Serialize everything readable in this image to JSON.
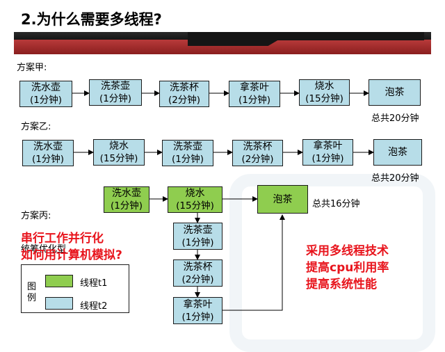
{
  "title": "2.为什么需要多线程?",
  "planA": {
    "label": "方案甲:",
    "steps": [
      {
        "name": "洗水壶",
        "time": "(1分钟)"
      },
      {
        "name": "洗茶壶",
        "time": "(1分钟)"
      },
      {
        "name": "洗茶杯",
        "time": "(2分钟)"
      },
      {
        "name": "拿茶叶",
        "time": "(1分钟)"
      },
      {
        "name": "烧水",
        "time": "(15分钟)"
      },
      {
        "name": "泡茶",
        "time": ""
      }
    ],
    "total": "总共20分钟"
  },
  "planB": {
    "label": "方案乙:",
    "steps": [
      {
        "name": "洗水壶",
        "time": "(1分钟)"
      },
      {
        "name": "烧水",
        "time": "(15分钟)"
      },
      {
        "name": "洗茶壶",
        "time": "(1分钟)"
      },
      {
        "name": "洗茶杯",
        "time": "(2分钟)"
      },
      {
        "name": "拿茶叶",
        "time": "(1分钟)"
      },
      {
        "name": "泡茶",
        "time": ""
      }
    ],
    "total": "总共20分钟"
  },
  "planC": {
    "label_line1": "方案丙:",
    "label_line2": "统筹优化型",
    "thread1": [
      {
        "name": "洗水壶",
        "time": "(1分钟)"
      },
      {
        "name": "烧水",
        "time": "(15分钟)"
      }
    ],
    "thread2": [
      {
        "name": "洗茶壶",
        "time": "(1分钟)"
      },
      {
        "name": "洗茶杯",
        "time": "(2分钟)"
      },
      {
        "name": "拿茶叶",
        "time": "(1分钟)"
      }
    ],
    "final": {
      "name": "泡茶"
    },
    "total": "总共16分钟"
  },
  "question": {
    "line1": "串行工作并行化",
    "line2": "如何用计算机模拟?"
  },
  "benefits": {
    "line1": "采用多线程技术",
    "line2": "提高cpu利用率",
    "line3": "提高系统性能"
  },
  "legend": {
    "title": "图例",
    "items": [
      {
        "label": "线程t1",
        "color": "#8fcd4f"
      },
      {
        "label": "线程t2",
        "color": "#b7dde8"
      }
    ]
  },
  "colors": {
    "accent_red": "#e8141c",
    "thread1": "#8fcd4f",
    "thread2": "#b7dde8"
  }
}
